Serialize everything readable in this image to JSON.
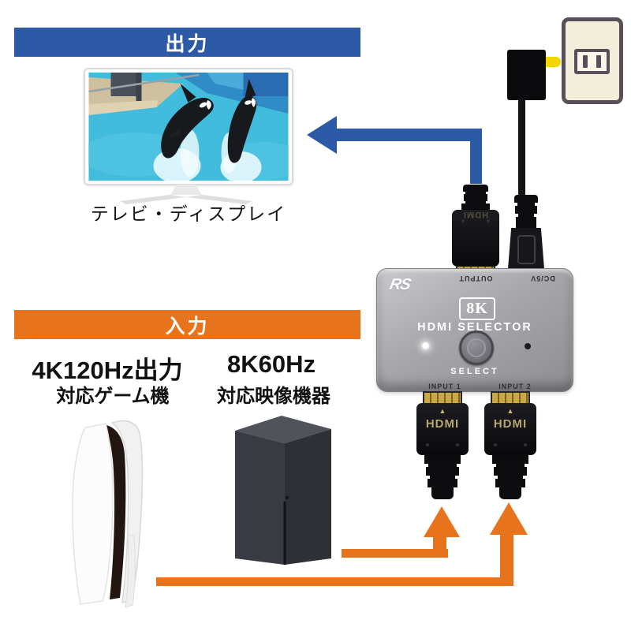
{
  "colors": {
    "blue": "#2d5aa6",
    "orange": "#e8731d",
    "gold": "#c9a945",
    "led": "#ffffff"
  },
  "output_section": {
    "banner": "出力",
    "tv_caption": "テレビ・ディスプレイ"
  },
  "input_section": {
    "banner": "入力",
    "sources": [
      {
        "title": "4K120Hz出力",
        "subtitle": "対応ゲーム機"
      },
      {
        "title": "8K60Hz",
        "subtitle": "対応映像機器"
      }
    ]
  },
  "selector": {
    "brand": "RS",
    "badge": "8K",
    "name": "HDMI SELECTOR",
    "button": "SELECT",
    "ports": {
      "output": "OUTPUT",
      "power": "DC/5V",
      "input1": "INPUT 1",
      "input2": "INPUT 2"
    },
    "plug": "HDMI",
    "plug_arrow": "▲"
  }
}
